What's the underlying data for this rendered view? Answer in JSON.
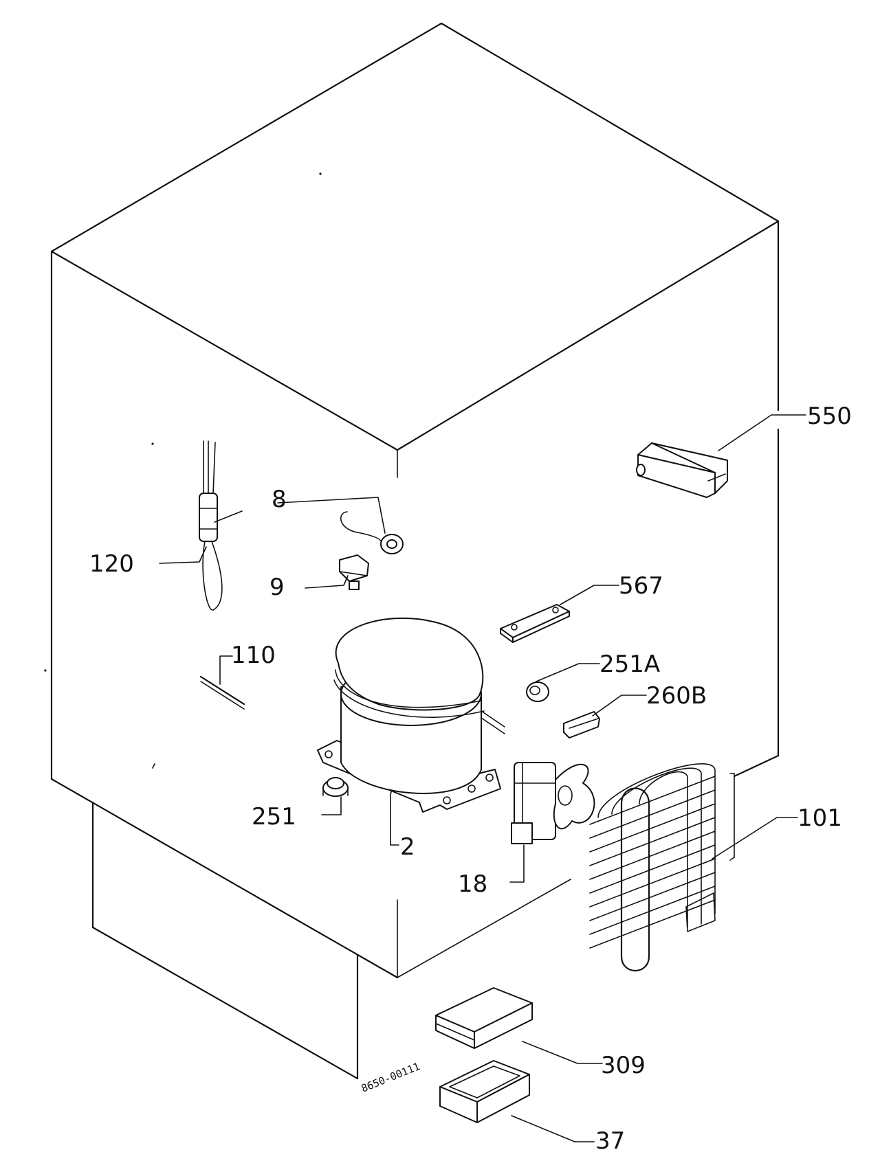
{
  "parts": [
    {
      "id": "p550",
      "label": "550"
    },
    {
      "id": "p8",
      "label": "8"
    },
    {
      "id": "p120",
      "label": "120"
    },
    {
      "id": "p9",
      "label": "9"
    },
    {
      "id": "p567",
      "label": "567"
    },
    {
      "id": "p110",
      "label": "110"
    },
    {
      "id": "p251A",
      "label": "251A"
    },
    {
      "id": "p260B",
      "label": "260B"
    },
    {
      "id": "p101",
      "label": "101"
    },
    {
      "id": "p251",
      "label": "251"
    },
    {
      "id": "p2",
      "label": "2"
    },
    {
      "id": "p18",
      "label": "18"
    },
    {
      "id": "p309",
      "label": "309"
    },
    {
      "id": "p37",
      "label": "37"
    }
  ],
  "drawing_code": "8650-00111"
}
